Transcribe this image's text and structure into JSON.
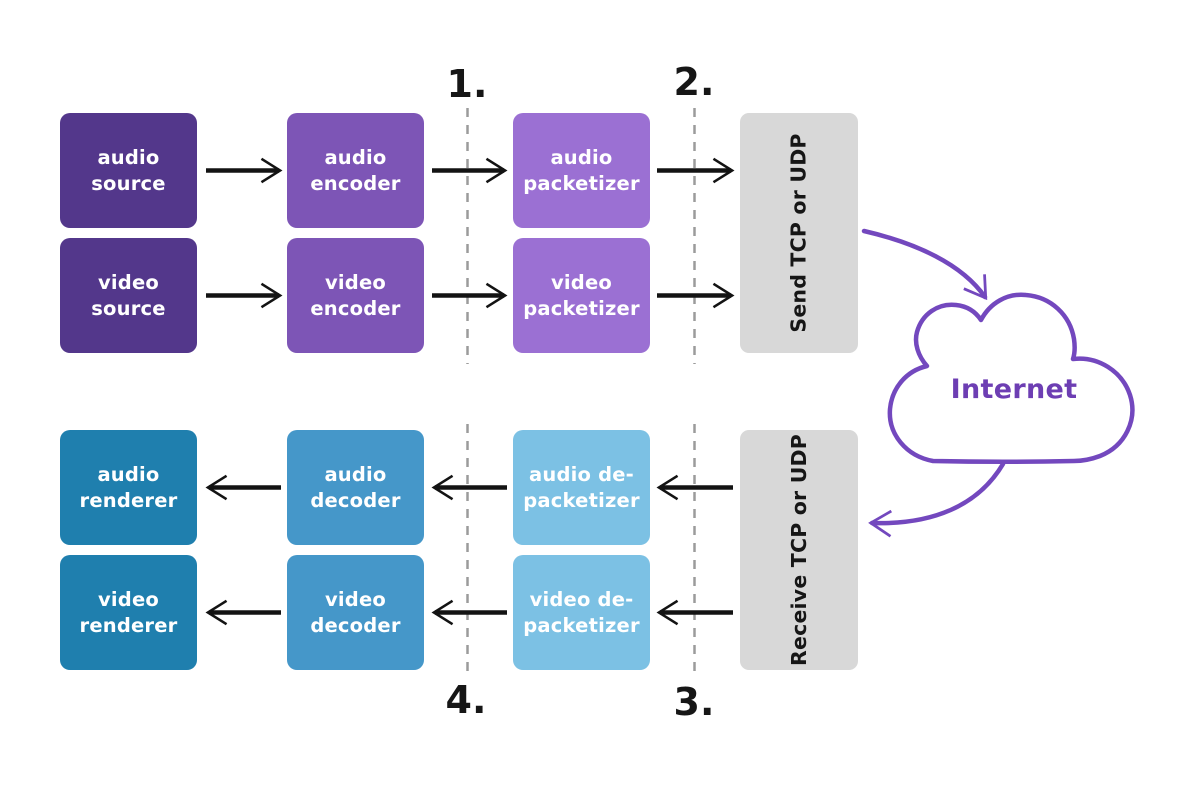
{
  "boxes": {
    "audio_source": {
      "line1": "audio",
      "line2": "source"
    },
    "video_source": {
      "line1": "video",
      "line2": "source"
    },
    "audio_encoder": {
      "line1": "audio",
      "line2": "encoder"
    },
    "video_encoder": {
      "line1": "video",
      "line2": "encoder"
    },
    "audio_packetizer": {
      "line1": "audio",
      "line2": "packetizer"
    },
    "video_packetizer": {
      "line1": "video",
      "line2": "packetizer"
    },
    "audio_depacketizer": {
      "line1": "audio de-",
      "line2": "packetizer"
    },
    "video_depacketizer": {
      "line1": "video de-",
      "line2": "packetizer"
    },
    "audio_decoder": {
      "line1": "audio",
      "line2": "decoder"
    },
    "video_decoder": {
      "line1": "video",
      "line2": "decoder"
    },
    "audio_renderer": {
      "line1": "audio",
      "line2": "renderer"
    },
    "video_renderer": {
      "line1": "video",
      "line2": "renderer"
    }
  },
  "transport": {
    "send_label": "Send TCP or UDP",
    "receive_label": "Receive TCP or UDP"
  },
  "cloud": {
    "label": "Internet"
  },
  "markers": {
    "m1": "1.",
    "m2": "2.",
    "m3": "3.",
    "m4": "4."
  },
  "colors": {
    "source_box": "#53378b",
    "encoder_box": "#7d55b6",
    "packetizer_box": "#9b70d3",
    "depacketizer_box": "#7cc1e4",
    "decoder_box": "#4597c9",
    "renderer_box": "#1f7fae",
    "transport_box": "#d8d8d8",
    "accent_purple": "#7348be",
    "arrow_black": "#131313",
    "dashed_line_gray": "#9b9b9b",
    "box_text": "#ffffff",
    "dark_text": "#161616"
  }
}
